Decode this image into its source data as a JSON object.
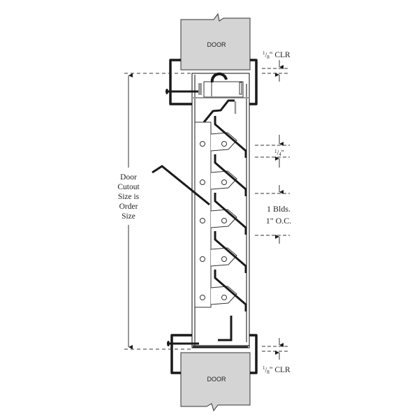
{
  "labels": {
    "door_top": "DOOR",
    "door_bottom": "DOOR",
    "cutout_lines": [
      "Door",
      "Cutout",
      "Size is",
      "Order",
      "Size"
    ],
    "clr_top_fraction_num": "1",
    "clr_top_fraction_den": "8",
    "clr_top_suffix": "\" CLR",
    "quarter_num": "1",
    "quarter_den": "4",
    "quarter_suffix": "\"",
    "blades_line1": "1 Blds.",
    "blades_line2": "1\" O.C.",
    "clr_bottom_fraction_num": "1",
    "clr_bottom_fraction_den": "8",
    "clr_bottom_suffix": "\" CLR"
  },
  "colors": {
    "door_fill": "#d4d4d4",
    "line": "#1a1a1a",
    "frame_gray": "#999999"
  }
}
